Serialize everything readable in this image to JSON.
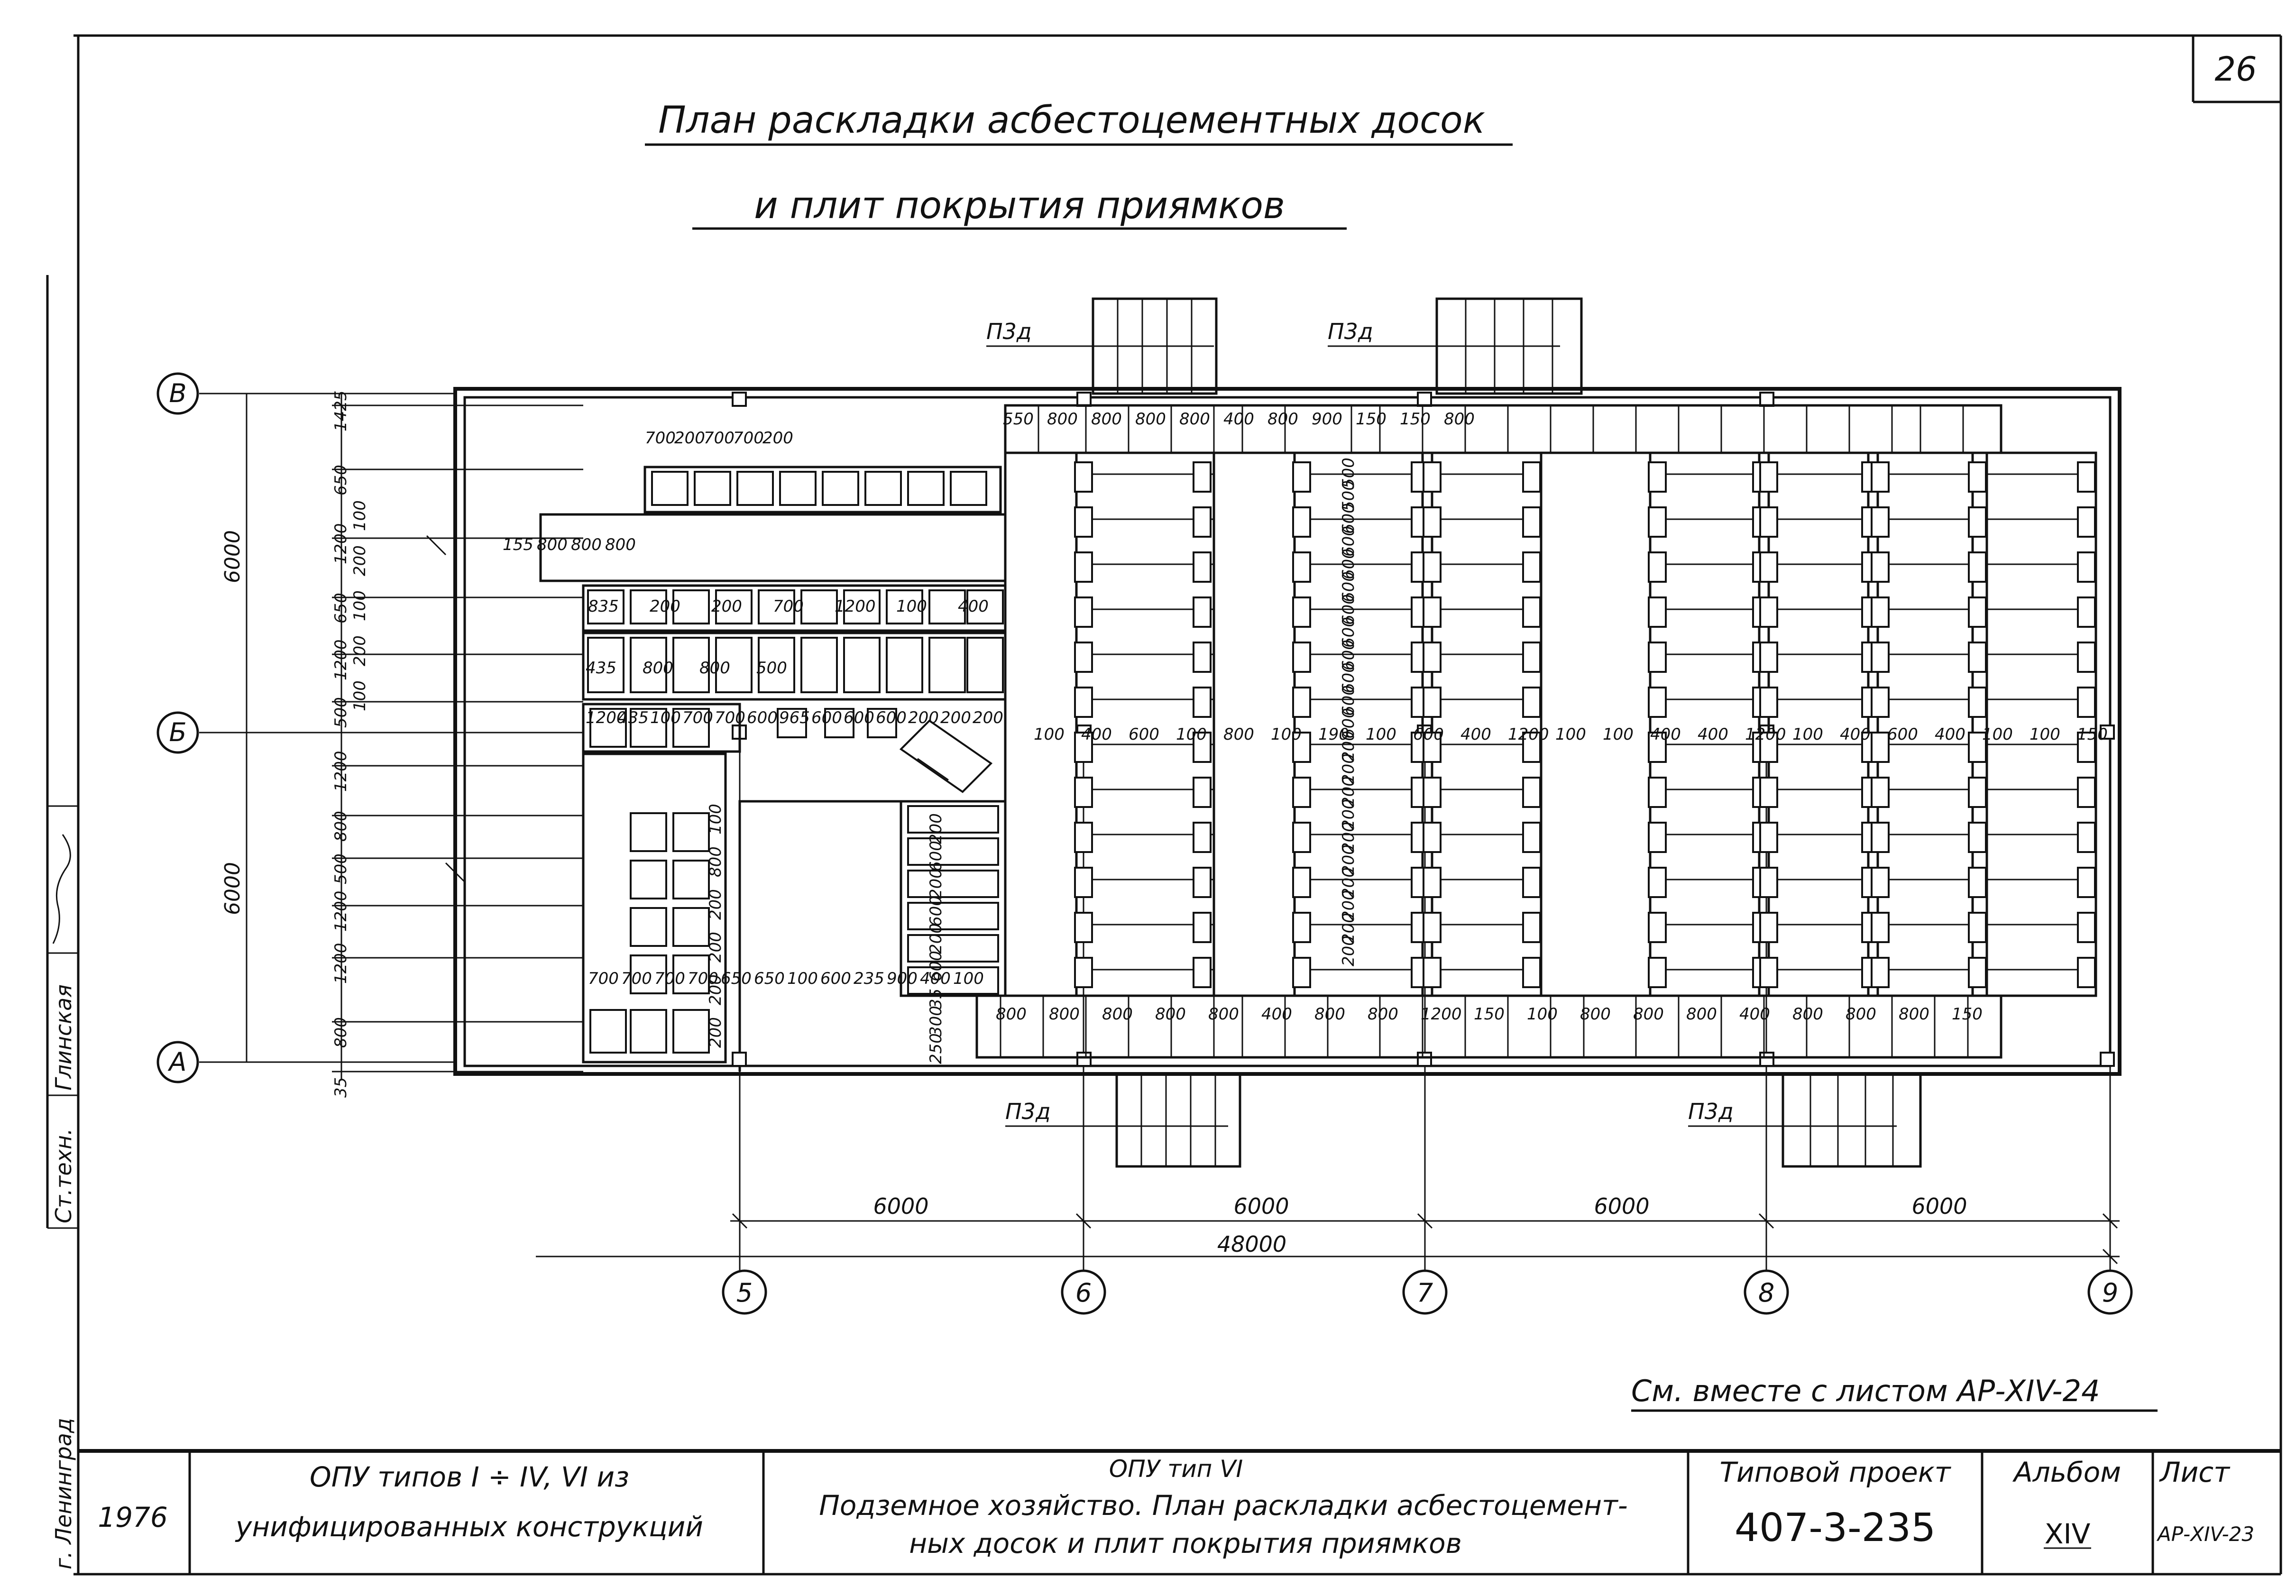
{
  "sheet_number": "26",
  "title": {
    "line1": "План раскладки асбестоцементных досок",
    "line2": "и плит покрытия приямков"
  },
  "marks": {
    "p3d": "П3д"
  },
  "axes": {
    "rows": [
      "В",
      "Б",
      "А"
    ],
    "columns": [
      "5",
      "6",
      "7",
      "8",
      "9"
    ]
  },
  "dimensions": {
    "bays": [
      "6000",
      "6000",
      "6000",
      "6000"
    ],
    "total": "48000",
    "left_spans": [
      "6000",
      "6000"
    ],
    "left_chain": [
      "1425",
      "650",
      "1200",
      "650",
      "1200",
      "500",
      "1200",
      "800",
      "500",
      "1200",
      "1200",
      "800",
      "35"
    ],
    "left_small": [
      "100",
      "200",
      "100",
      "200",
      "100"
    ],
    "top_left": [
      "700",
      "200",
      "700",
      "700",
      "200"
    ],
    "top_row": [
      "550",
      "800",
      "800",
      "800",
      "800",
      "400",
      "800",
      "900",
      "150",
      "150",
      "800"
    ],
    "left_block_row1": [
      "155",
      "800",
      "800",
      "800"
    ],
    "left_block_row2": [
      "835",
      "200",
      "200",
      "700",
      "1200",
      "100",
      "400"
    ],
    "left_block_row3": [
      "435",
      "800",
      "800",
      "500"
    ],
    "left_block_row4": [
      "1200",
      "435",
      "100",
      "700",
      "700",
      "600",
      "965",
      "600",
      "600",
      "600",
      "200",
      "200",
      "200"
    ],
    "left_block_row5": [
      "700",
      "700",
      "700",
      "700",
      "650",
      "650",
      "100",
      "600",
      "235",
      "900",
      "400",
      "100"
    ],
    "left_block_col": [
      "100",
      "800",
      "200",
      "200",
      "200",
      "200"
    ],
    "stair_chain": [
      "200",
      "600",
      "200",
      "600",
      "200",
      "600",
      "35",
      "300",
      "250"
    ],
    "column_strip": [
      "500",
      "500",
      "600",
      "600",
      "600",
      "600",
      "600",
      "600",
      "600",
      "600",
      "600",
      "600",
      "200",
      "200",
      "200",
      "200",
      "200",
      "200",
      "200",
      "200",
      "200",
      "200"
    ],
    "bottom_row": [
      "800",
      "800",
      "800",
      "800",
      "800",
      "400",
      "800",
      "800",
      "1200",
      "150",
      "100",
      "800",
      "800",
      "800",
      "400",
      "800",
      "800",
      "800",
      "150"
    ],
    "misc": [
      "100",
      "400",
      "600",
      "100",
      "800",
      "100",
      "190",
      "100",
      "600",
      "400",
      "1200",
      "100",
      "100",
      "400",
      "400",
      "1200",
      "100",
      "400",
      "600",
      "400",
      "100",
      "100",
      "150"
    ]
  },
  "note": "См. вместе с листом АР-XIV-24",
  "stamp": {
    "year": "1976",
    "org": "г. Ленинград",
    "staff_titles": [
      "Ст.техн.",
      "Глинская"
    ],
    "project_line1": "ОПУ типов I ÷ IV, VI из",
    "project_line2": "унифицированных конструкций",
    "desc_line1": "ОПУ тип VI",
    "desc_line2": "Подземное хозяйство. План раскладки асбестоцемент-",
    "desc_line3": "ных досок и плит покрытия приямков",
    "typical_project_label": "Типовой проект",
    "typical_project_value": "407-3-235",
    "album_label": "Альбом",
    "album_value": "XIV",
    "sheet_label": "Лист",
    "sheet_value": "АР-XIV-23"
  }
}
